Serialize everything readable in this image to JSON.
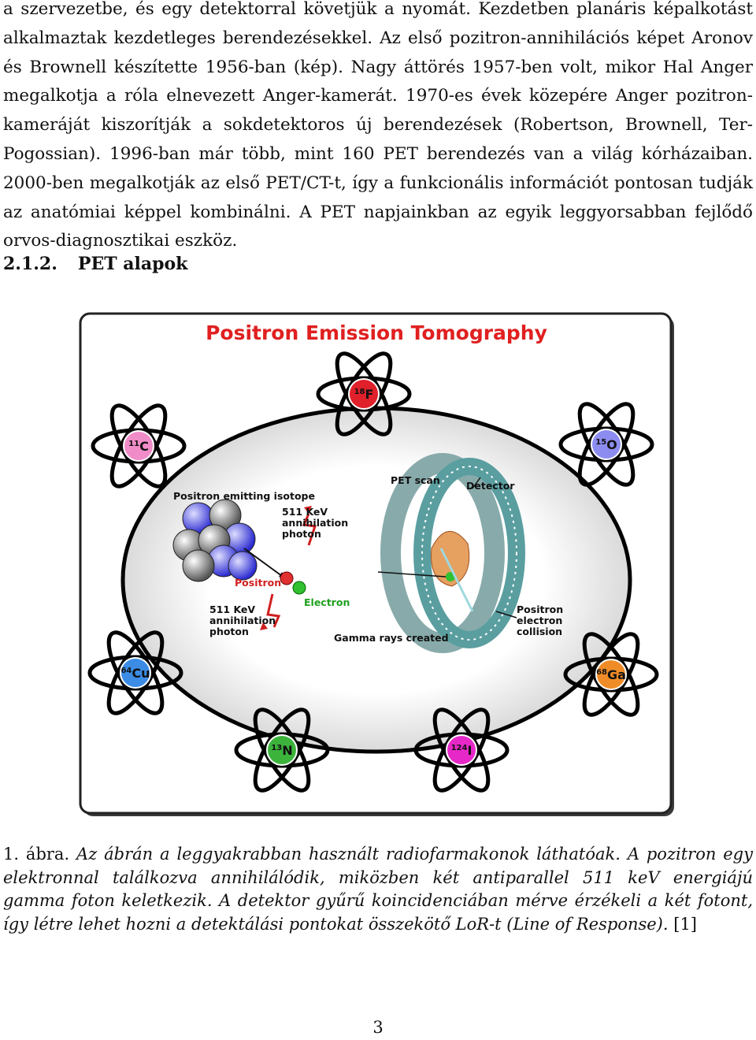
{
  "paragraph": "a szervezetbe, és egy detektorral követjük a nyomát. Kezdetben planáris képalkotást alkalmaztak kezdetleges berendezésekkel. Az első pozitron-annihilációs képet Aronov és Brownell készítette 1956-ban (kép). Nagy áttörés 1957-ben volt, mikor Hal Anger megalkotja a róla elnevezett Anger-kamerát. 1970-es évek közepére Anger pozitron-kameráját kiszorítják a sokdetektoros új berendezések (Robertson, Brownell, Ter-Pogossian). 1996-ban már több, mint 160 PET berendezés van a világ kórházaiban. 2000-ben megalkotják az első PET/CT-t, így a funkcionális információt pontosan tudják az anatómiai képpel kombinálni. A PET napjainkban az egyik leggyorsabban fejlődő orvos-diagnosztikai eszköz.",
  "section": {
    "number": "2.1.2.",
    "title": "PET alapok"
  },
  "figure": {
    "title": "Positron Emission Tomography",
    "isotopes": [
      {
        "mass": "18",
        "symbol": "F",
        "color": "#e0202a"
      },
      {
        "mass": "11",
        "symbol": "C",
        "color": "#f08cc8"
      },
      {
        "mass": "15",
        "symbol": "O",
        "color": "#8c8cf0"
      },
      {
        "mass": "64",
        "symbol": "Cu",
        "color": "#3c8ce6"
      },
      {
        "mass": "68",
        "symbol": "Ga",
        "color": "#f08c28"
      },
      {
        "mass": "13",
        "symbol": "N",
        "color": "#3cb43c"
      },
      {
        "mass": "124",
        "symbol": "I",
        "color": "#e628c8"
      }
    ],
    "labels": {
      "isotope": "Positron emitting isotope",
      "photon_top_1": "511 KeV",
      "photon_top_2": "annihilation",
      "photon_top_3": "photon",
      "positron": "Positron",
      "electron": "Electron",
      "photon_bot_1": "511 KeV",
      "photon_bot_2": "annihilation",
      "photon_bot_3": "photon",
      "pet_scan": "PET scan",
      "detector": "Detector",
      "gamma": "Gamma rays created",
      "collision_1": "Positron",
      "collision_2": "electron",
      "collision_3": "collision"
    }
  },
  "caption": {
    "prefix": "1. ábra.",
    "text": "Az ábrán a leggyakrabban használt radiofarmakonok láthatóak. A pozitron egy elektronnal találkozva annihilálódik, miközben két antiparallel 511 keV energiájú gamma foton keletkezik. A detektor gyűrű koincidenciában mérve érzékeli a két fotont, így létre lehet hozni a detektálási pontokat összekötő LoR-t (Line of Response).",
    "ref": "[1]"
  },
  "page_number": "3"
}
